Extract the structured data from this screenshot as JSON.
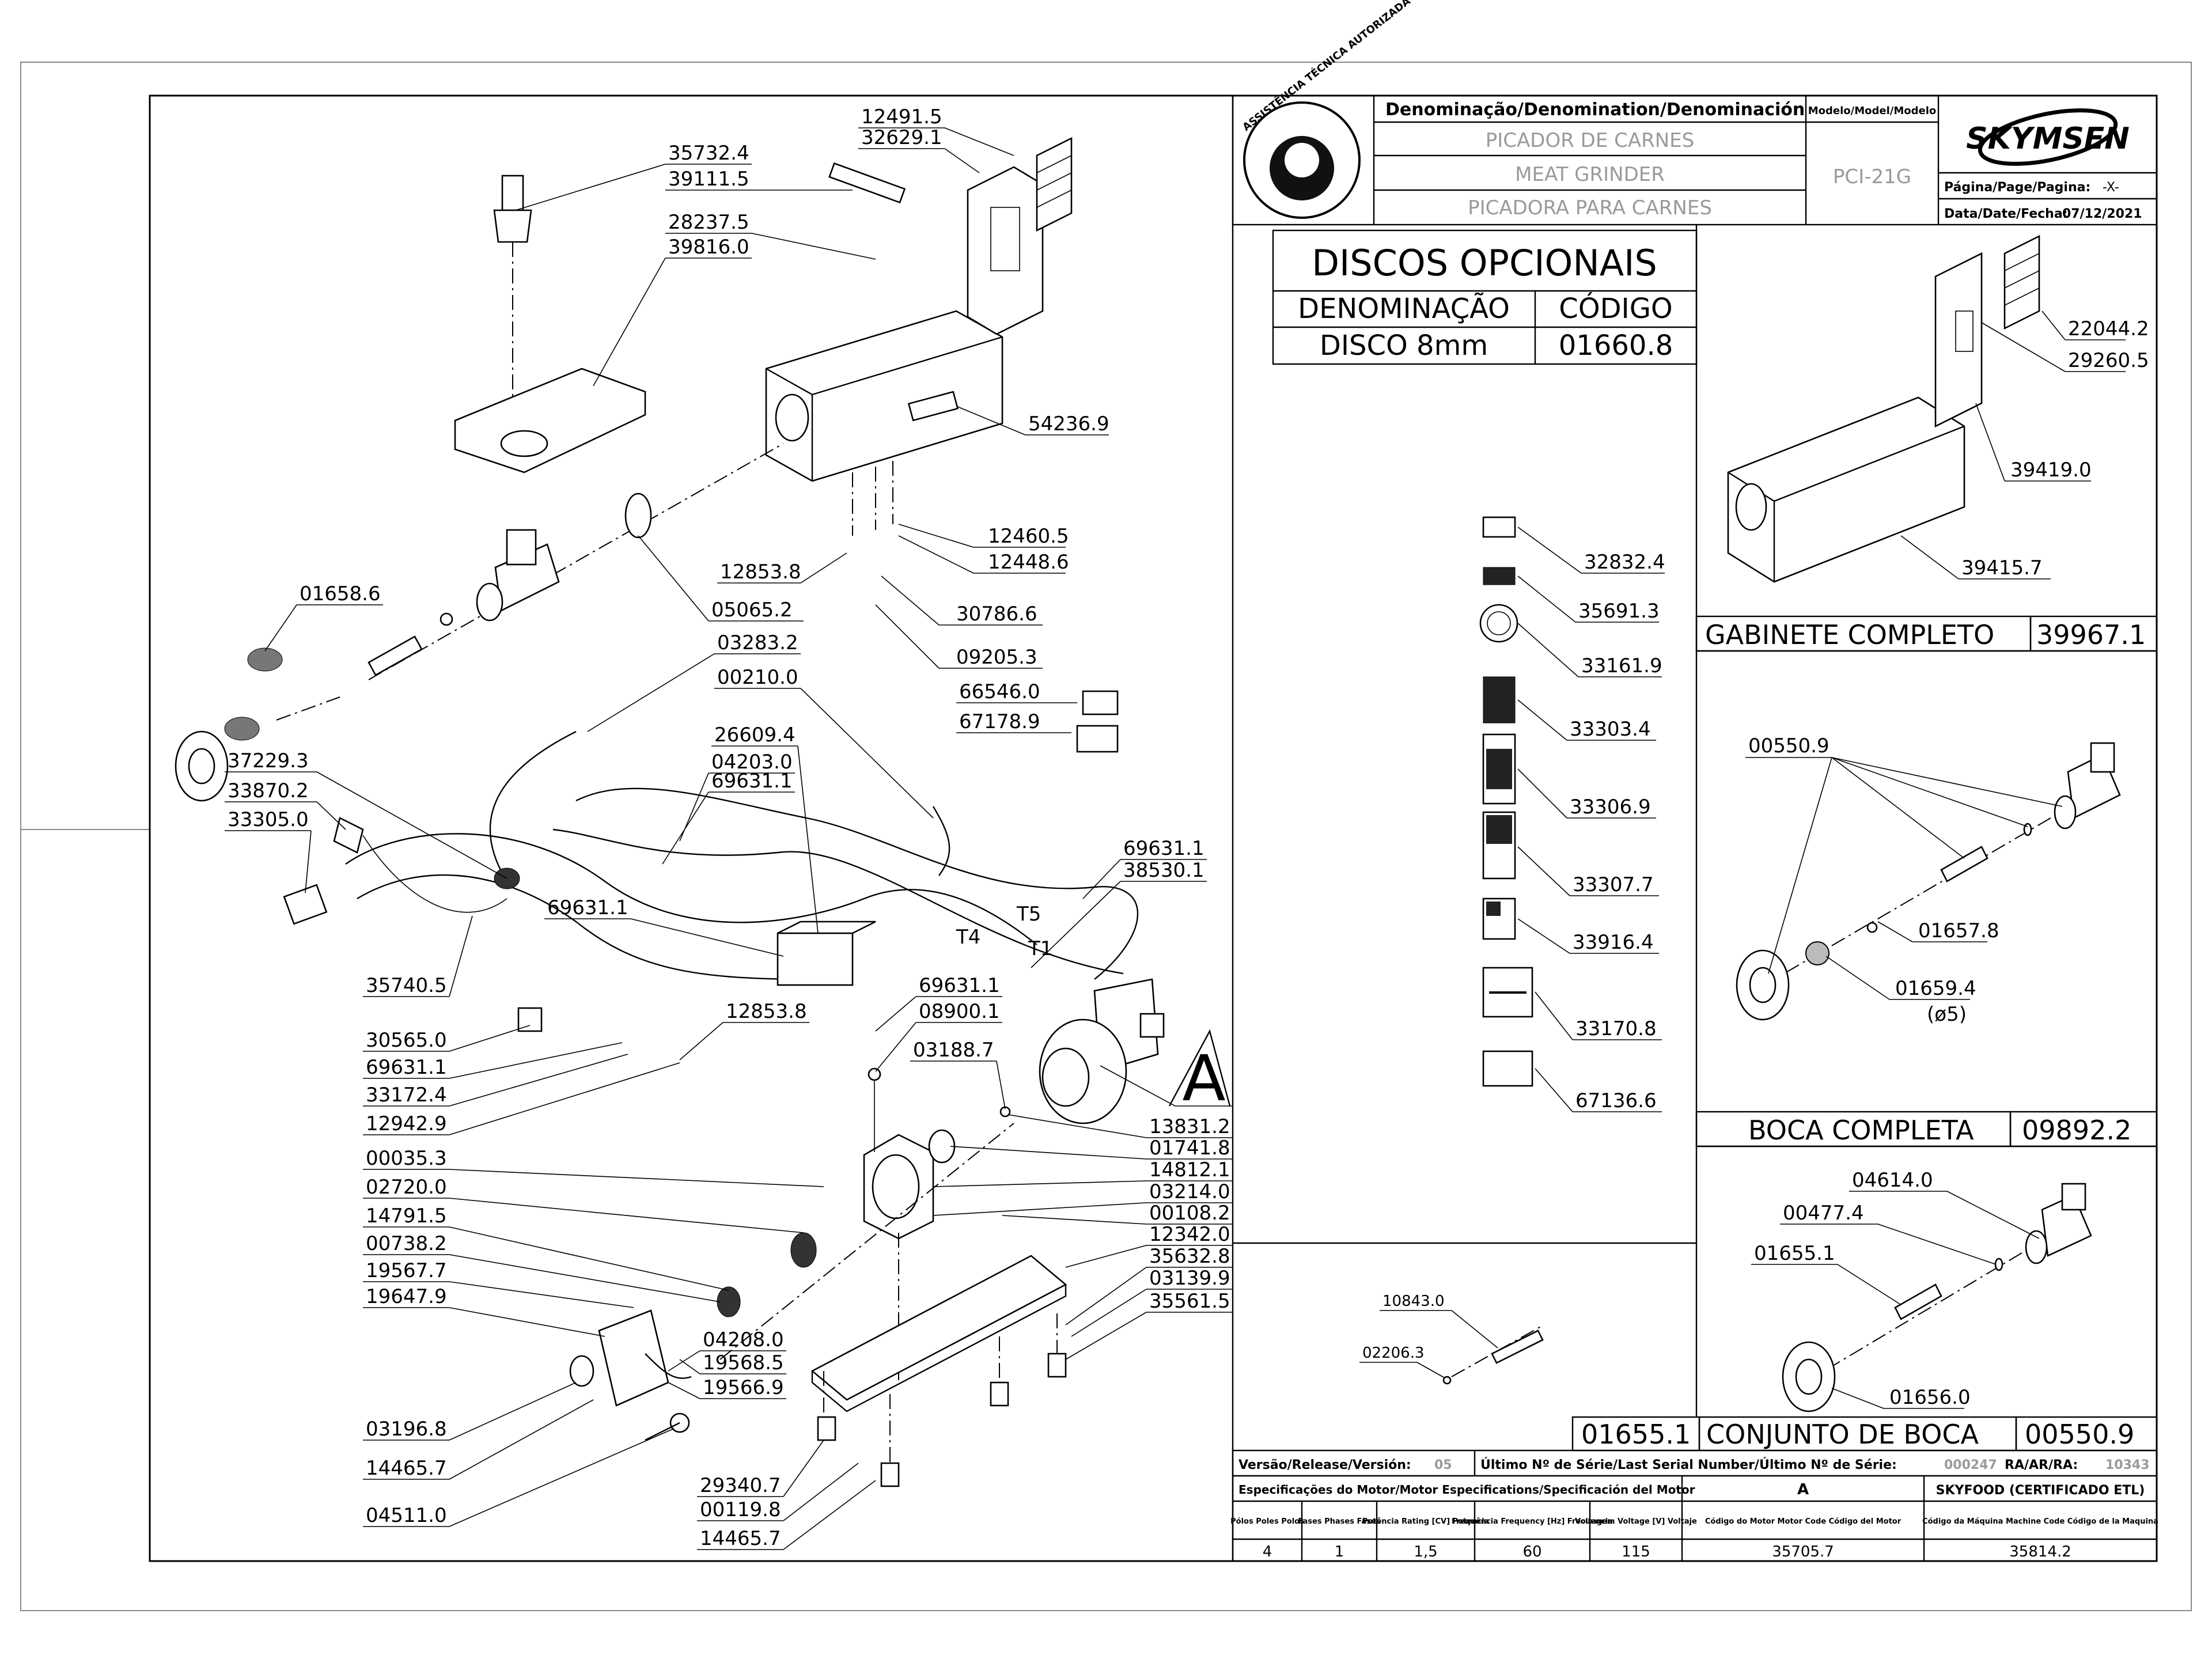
{
  "colors": {
    "ink": "#000000",
    "grey_text": "#9a9a9a",
    "paper": "#ffffff"
  },
  "title_block": {
    "seal_text": "ASSISTÊNCIA TÉCNICA AUTORIZADA",
    "denomination_header": "Denominação/Denomination/Denominación",
    "name_pt": "PICADOR DE CARNES",
    "name_en": "MEAT GRINDER",
    "name_es": "PICADORA PARA CARNES",
    "model_header": "Modelo/Model/Modelo",
    "model": "PCI-21G",
    "brand": "SKYMSEN",
    "page_label": "Página/Page/Pagina:",
    "page_value": "-X-",
    "date_label": "Data/Date/Fecha:",
    "date_value": "07/12/2021"
  },
  "optional_discs": {
    "title": "DISCOS OPCIONAIS",
    "col_name": "DENOMINAÇÃO",
    "col_code": "CÓDIGO",
    "row_name": "DISCO 8mm",
    "row_code": "01660.8"
  },
  "assemblies": {
    "cabinet_name": "GABINETE COMPLETO",
    "cabinet_code": "39967.1",
    "mouth_name": "BOCA COMPLETA",
    "mouth_code": "09892.2",
    "mouth_set_code": "01655.1",
    "mouth_set_name": "CONJUNTO DE BOCA",
    "mouth_set_code2": "00550.9"
  },
  "footer": {
    "version_label": "Versão/Release/Versión:",
    "version_value": "05",
    "serial_label": "Último Nº de Série/Last Serial Number/Último Nº de Série:",
    "serial_value": "000247",
    "ra_label": "RA/AR/RA:",
    "ra_value": "10343",
    "motor_spec_label": "Especificações do Motor/Motor Especifications/Specificación del Motor",
    "col_a": "A",
    "cert": "SKYFOOD (CERTIFICADO ETL)",
    "h_poles": "Pólos Poles Polos",
    "h_phases": "Fases Phases Fases",
    "h_power": "Potência Rating [CV] Potencia",
    "h_freq": "Frequência Frequency [Hz] Frecuencia",
    "h_volt": "Voltagem Voltage [V] Voltaje",
    "h_motor_code": "Código do Motor Motor Code Código del Motor",
    "h_machine_code": "Código da Máquina Machine Code Código de la Maquina",
    "poles": "4",
    "phases": "1",
    "power": "1,5",
    "freq": "60",
    "volt": "115",
    "motor_code": "35705.7",
    "machine_code": "35814.2"
  },
  "view_label_a": "A",
  "wire_labels": {
    "t5": "T5",
    "t4": "T4",
    "t1": "T1"
  },
  "part_labels": {
    "p12491_5": "12491.5",
    "p32629_1": "32629.1",
    "p35732_4": "35732.4",
    "p39111_5": "39111.5",
    "p28237_5": "28237.5",
    "p39816_0": "39816.0",
    "p54236_9": "54236.9",
    "p12460_5": "12460.5",
    "p12448_6": "12448.6",
    "p12853_8a": "12853.8",
    "p30786_6": "30786.6",
    "p09205_3": "09205.3",
    "p01658_6": "01658.6",
    "p05065_2": "05065.2",
    "p03283_2": "03283.2",
    "p00210_0": "00210.0",
    "p66546_0": "66546.0",
    "p67178_9": "67178.9",
    "p26609_4": "26609.4",
    "p04203_0": "04203.0",
    "p69631_1a": "69631.1",
    "p37229_3": "37229.3",
    "p33870_2": "33870.2",
    "p33305_0": "33305.0",
    "p69631_1b": "69631.1",
    "p38530_1": "38530.1",
    "p69631_1c": "69631.1",
    "p35740_5": "35740.5",
    "p69631_1d": "69631.1",
    "p08900_1": "08900.1",
    "p30565_0": "30565.0",
    "p69631_1e": "69631.1",
    "p12853_8b": "12853.8",
    "p03188_7": "03188.7",
    "p33172_4": "33172.4",
    "p12942_9": "12942.9",
    "p13831_2": "13831.2",
    "p00035_3": "00035.3",
    "p01741_8": "01741.8",
    "p14812_1": "14812.1",
    "p02720_0": "02720.0",
    "p03214_0": "03214.0",
    "p14791_5": "14791.5",
    "p00108_2": "00108.2",
    "p00738_2": "00738.2",
    "p12342_0": "12342.0",
    "p19567_7": "19567.7",
    "p35632_8": "35632.8",
    "p19647_9": "19647.9",
    "p03139_9": "03139.9",
    "p35561_5": "35561.5",
    "p04208_0": "04208.0",
    "p19568_5": "19568.5",
    "p19566_9": "19566.9",
    "p03196_8": "03196.8",
    "p14465_7a": "14465.7",
    "p04511_0": "04511.0",
    "p29340_7": "29340.7",
    "p00119_8": "00119.8",
    "p14465_7b": "14465.7",
    "p32832_4": "32832.4",
    "p35691_3": "35691.3",
    "p33161_9": "33161.9",
    "p33303_4": "33303.4",
    "p33306_9": "33306.9",
    "p33307_7": "33307.7",
    "p33916_4": "33916.4",
    "p33170_8": "33170.8",
    "p67136_6": "67136.6",
    "p22044_2": "22044.2",
    "p29260_5": "29260.5",
    "p39419_0": "39419.0",
    "p39415_7": "39415.7",
    "p00550_9": "00550.9",
    "p01657_8": "01657.8",
    "p01659_4": "01659.4",
    "p01659_4_note": "(ø5)",
    "p04614_0": "04614.0",
    "p00477_4": "00477.4",
    "p01655_1": "01655.1",
    "p01656_0": "01656.0",
    "p10843_0": "10843.0",
    "p02206_3": "02206.3"
  }
}
